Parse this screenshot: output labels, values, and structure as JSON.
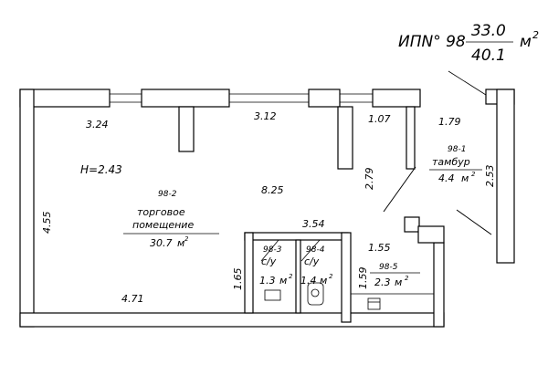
{
  "header": {
    "code": "ИПN° 98",
    "area_top": "33.0",
    "area_bottom": "40.1",
    "unit": "м",
    "unit_sup": "2"
  },
  "rooms": {
    "r98_1": {
      "id": "98-1",
      "name": "тамбур",
      "area": "4.4",
      "unit": "м",
      "sup": "2"
    },
    "r98_2": {
      "id": "98-2",
      "name1": "торговое",
      "name2": "помещение",
      "area": "30.7",
      "unit": "м",
      "sup": "2"
    },
    "r98_3": {
      "id": "98-3",
      "name": "с/у",
      "area": "1.3",
      "unit": "м",
      "sup": "2"
    },
    "r98_4": {
      "id": "98-4",
      "name": "с/у",
      "area": "1.4",
      "unit": "м",
      "sup": "2"
    },
    "r98_5": {
      "id": "98-5",
      "area": "2.3",
      "unit": "м",
      "sup": "2"
    }
  },
  "height": "H=2.43",
  "dimensions": [
    "3.24",
    "3.12",
    "1.07",
    "1.79",
    "8.25",
    "2.79",
    "2.53",
    "4.55",
    "3.54",
    "1.55",
    "1.65",
    "1.59",
    "4.71"
  ]
}
